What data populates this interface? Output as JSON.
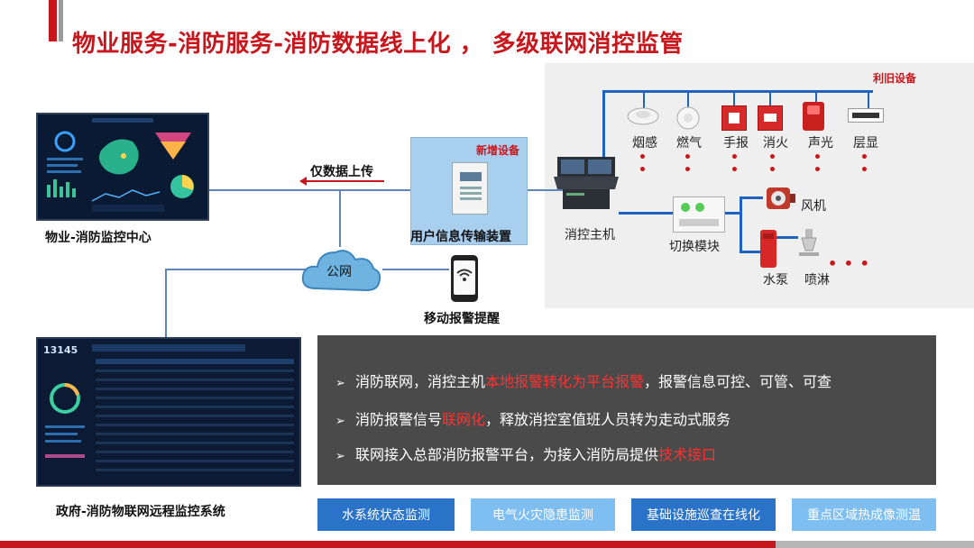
{
  "title": "物业服务-消防服务-消防数据线上化 ， 多级联网消控监管",
  "legacy_label": "利旧设备",
  "new_label": "新增设备",
  "upload_label": "仅数据上传",
  "property_center_label": "物业-消防监控中心",
  "transmission_device_label": "用户信息传输装置",
  "control_host_label": "消控主机",
  "public_network_label": "公网",
  "mobile_alarm_label": "移动报警提醒",
  "gov_system_label": "政府-消防物联网远程监控系统",
  "gov_screen_count": "13145",
  "switch_module_label": "切换模块",
  "devices": [
    {
      "label": "烟感",
      "icon": "smoke-detector-icon"
    },
    {
      "label": "燃气",
      "icon": "gas-detector-icon"
    },
    {
      "label": "手报",
      "icon": "manual-alarm-icon"
    },
    {
      "label": "消火",
      "icon": "hydrant-button-icon"
    },
    {
      "label": "声光",
      "icon": "strobe-siren-icon"
    },
    {
      "label": "层显",
      "icon": "floor-display-icon"
    }
  ],
  "fan_label": "风机",
  "pump_label": "水泵",
  "sprinkler_label": "喷淋",
  "bullets": [
    {
      "pre": "消防联网，消控主机",
      "hl": "本地报警转化为平台报警",
      "post": "，报警信息可控、可管、可查"
    },
    {
      "pre": "消防报警信号",
      "hl": "联网化",
      "post": "，释放消控室值班人员转为走动式服务"
    },
    {
      "pre": "联网接入总部消防报警平台，为接入消防局提供",
      "hl": "技术接口",
      "post": ""
    }
  ],
  "tags": [
    "水系统状态监测",
    "电气火灾隐患监测",
    "基础设施巡查在线化",
    "重点区域热成像测温"
  ],
  "colors": {
    "accent_red": "#c8161d",
    "wire_blue": "#1f62c0",
    "panel_dark": "#4a4a4a",
    "tag_dark_blue": "#2a73c8",
    "tag_light_blue": "#7fbef0"
  }
}
